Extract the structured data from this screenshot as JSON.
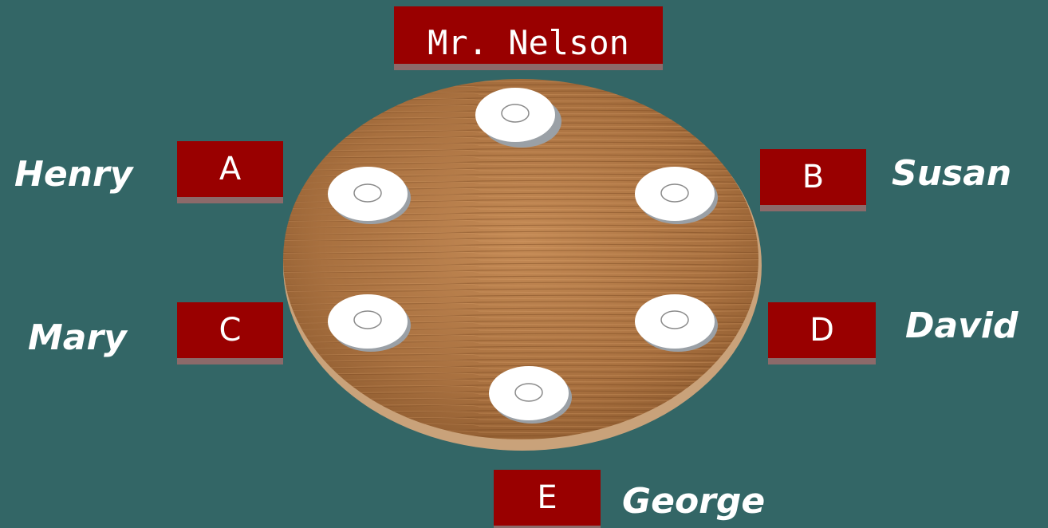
{
  "head_seat": {
    "label": "Mr. Nelson"
  },
  "seats": [
    {
      "letter": "A",
      "name": "Henry"
    },
    {
      "letter": "B",
      "name": "Susan"
    },
    {
      "letter": "C",
      "name": "Mary"
    },
    {
      "letter": "D",
      "name": "David"
    },
    {
      "letter": "E",
      "name": "George"
    }
  ],
  "colors": {
    "background": "#336666",
    "seat_box": "#990000",
    "table_wood": "#b07a4a",
    "plate": "#ffffff"
  }
}
